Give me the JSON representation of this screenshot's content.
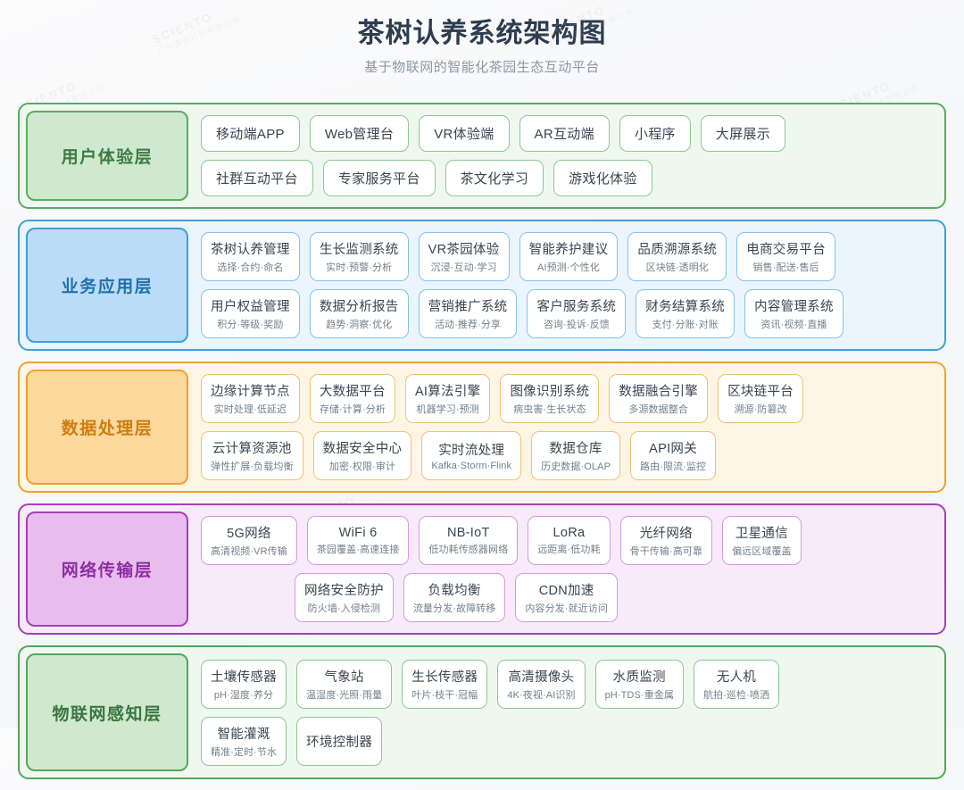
{
  "header": {
    "title": "茶树认养系统架构图",
    "subtitle": "基于物联网的智能化茶园生态互动平台"
  },
  "watermarks": [
    {
      "text": "SCIENTO",
      "sub": "广州赛道科技有限公司"
    }
  ],
  "colors": {
    "layer1_accent": "#5aab5f",
    "layer2_accent": "#3f9fdc",
    "layer3_accent": "#eda32e",
    "layer4_accent": "#a341b5",
    "layer5_accent": "#55a65b",
    "title": "#2d3c4e",
    "subtitle": "#8d98a4",
    "card_bg": "#ffffff"
  },
  "layers": [
    {
      "id": "user-experience-layer",
      "name": "用户体验层",
      "palette": "l-green",
      "simple": true,
      "rows": [
        [
          {
            "title": "移动端APP"
          },
          {
            "title": "Web管理台"
          },
          {
            "title": "VR体验端"
          },
          {
            "title": "AR互动端"
          },
          {
            "title": "小程序"
          },
          {
            "title": "大屏展示"
          }
        ],
        [
          {
            "title": "社群互动平台"
          },
          {
            "title": "专家服务平台"
          },
          {
            "title": "茶文化学习"
          },
          {
            "title": "游戏化体验"
          }
        ]
      ]
    },
    {
      "id": "business-application-layer",
      "name": "业务应用层",
      "palette": "l-blue",
      "simple": false,
      "rows": [
        [
          {
            "title": "茶树认养管理",
            "sub": "选择·合约·命名"
          },
          {
            "title": "生长监测系统",
            "sub": "实时·预警·分析"
          },
          {
            "title": "VR茶园体验",
            "sub": "沉浸·互动·学习"
          },
          {
            "title": "智能养护建议",
            "sub": "AI预测·个性化"
          },
          {
            "title": "品质溯源系统",
            "sub": "区块链·透明化"
          },
          {
            "title": "电商交易平台",
            "sub": "销售·配送·售后"
          }
        ],
        [
          {
            "title": "用户权益管理",
            "sub": "积分·等级·奖励"
          },
          {
            "title": "数据分析报告",
            "sub": "趋势·洞察·优化"
          },
          {
            "title": "营销推广系统",
            "sub": "活动·推荐·分享"
          },
          {
            "title": "客户服务系统",
            "sub": "咨询·投诉·反馈"
          },
          {
            "title": "财务结算系统",
            "sub": "支付·分账·对账"
          },
          {
            "title": "内容管理系统",
            "sub": "资讯·视频·直播"
          }
        ]
      ]
    },
    {
      "id": "data-processing-layer",
      "name": "数据处理层",
      "palette": "l-orange",
      "simple": false,
      "rows": [
        [
          {
            "title": "边缘计算节点",
            "sub": "实时处理·低延迟"
          },
          {
            "title": "大数据平台",
            "sub": "存储·计算·分析"
          },
          {
            "title": "AI算法引擎",
            "sub": "机器学习·预测"
          },
          {
            "title": "图像识别系统",
            "sub": "病虫害·生长状态"
          },
          {
            "title": "数据融合引擎",
            "sub": "多源数据整合"
          },
          {
            "title": "区块链平台",
            "sub": "溯源·防篡改"
          }
        ],
        [
          {
            "title": "云计算资源池",
            "sub": "弹性扩展·负载均衡"
          },
          {
            "title": "数据安全中心",
            "sub": "加密·权限·审计"
          },
          {
            "title": "实时流处理",
            "sub": "Kafka·Storm·Flink"
          },
          {
            "title": "数据仓库",
            "sub": "历史数据·OLAP"
          },
          {
            "title": "API网关",
            "sub": "路由·限流·监控"
          }
        ]
      ]
    },
    {
      "id": "network-transmission-layer",
      "name": "网络传输层",
      "palette": "l-purple",
      "simple": false,
      "rows": [
        [
          {
            "title": "5G网络",
            "sub": "高清视频·VR传输"
          },
          {
            "title": "WiFi 6",
            "sub": "茶园覆盖·高速连接"
          },
          {
            "title": "NB-IoT",
            "sub": "低功耗传感器网络"
          },
          {
            "title": "LoRa",
            "sub": "远距离·低功耗"
          },
          {
            "title": "光纤网络",
            "sub": "骨干传输·高可靠"
          },
          {
            "title": "卫星通信",
            "sub": "偏远区域覆盖"
          }
        ],
        [
          {
            "title": "网络安全防护",
            "sub": "防火墙·入侵检测"
          },
          {
            "title": "负载均衡",
            "sub": "流量分发·故障转移"
          },
          {
            "title": "CDN加速",
            "sub": "内容分发·就近访问"
          }
        ]
      ]
    },
    {
      "id": "iot-perception-layer",
      "name": "物联网感知层",
      "palette": "l-green2",
      "simple": false,
      "rows": [
        [
          {
            "title": "土壤传感器",
            "sub": "pH·湿度·养分"
          },
          {
            "title": "气象站",
            "sub": "温湿度·光照·雨量"
          },
          {
            "title": "生长传感器",
            "sub": "叶片·枝干·冠幅"
          },
          {
            "title": "高清摄像头",
            "sub": "4K·夜视·AI识别"
          },
          {
            "title": "水质监测",
            "sub": "pH·TDS·重金属"
          },
          {
            "title": "无人机",
            "sub": "航拍·巡检·喷洒"
          }
        ],
        [
          {
            "title": "智能灌溉",
            "sub": "精准·定时·节水"
          },
          {
            "title": "环境控制器",
            "sub": ""
          }
        ]
      ]
    }
  ]
}
